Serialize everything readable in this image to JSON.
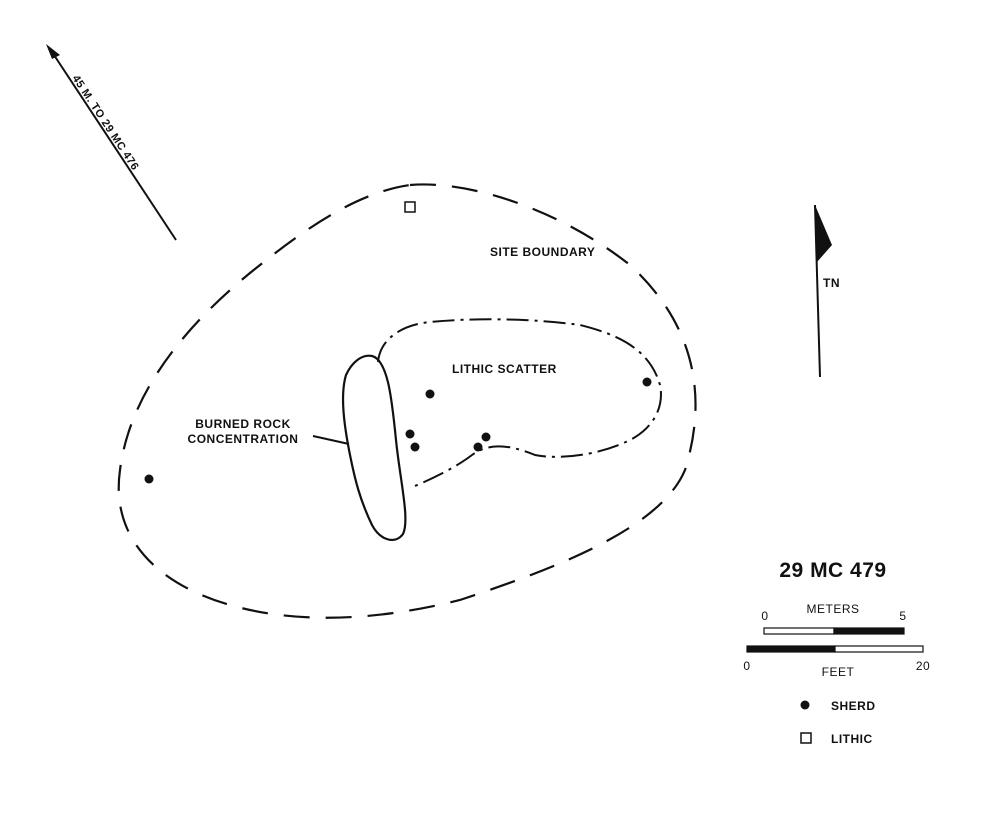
{
  "map": {
    "site_id": "29 MC 479",
    "direction_note": "45 M. TO 29 MC 476",
    "north_label": "TN",
    "labels": {
      "site_boundary": "SITE BOUNDARY",
      "lithic_scatter": "LITHIC SCATTER",
      "burned_rock_line1": "BURNED ROCK",
      "burned_rock_line2": "CONCENTRATION"
    },
    "scale": {
      "meters_label": "METERS",
      "meters_min": "0",
      "meters_max": "5",
      "feet_label": "FEET",
      "feet_min": "0",
      "feet_max": "20"
    },
    "legend": {
      "sherd": {
        "label": "SHERD",
        "icon": "filled-circle-icon"
      },
      "lithic": {
        "label": "LITHIC",
        "icon": "open-square-icon"
      }
    },
    "colors": {
      "ink": "#111111",
      "paper": "#ffffff"
    }
  }
}
